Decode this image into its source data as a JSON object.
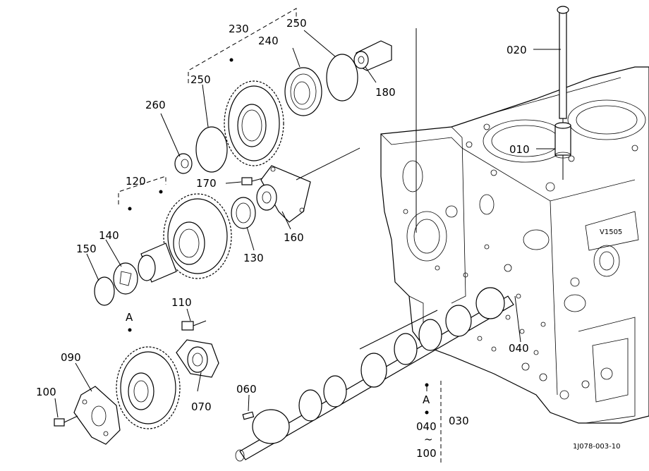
{
  "labels": {
    "p010": "010",
    "p020": "020",
    "p030": "030",
    "p040a": "040",
    "p040b": "040",
    "p060": "060",
    "p070": "070",
    "p090": "090",
    "p100a": "100",
    "p100b": "100",
    "p110": "110",
    "p120": "120",
    "p130": "130",
    "p140": "140",
    "p150": "150",
    "p160": "160",
    "p170": "170",
    "p180": "180",
    "p230": "230",
    "p240": "240",
    "p250a": "250",
    "p250b": "250",
    "p260": "260",
    "markA1": "A",
    "markA2": "A",
    "tilde": "~",
    "engine_mark": "V1505",
    "drawing_code": "1J078-003-10"
  },
  "colors": {
    "line": "#000000",
    "background": "#ffffff"
  }
}
